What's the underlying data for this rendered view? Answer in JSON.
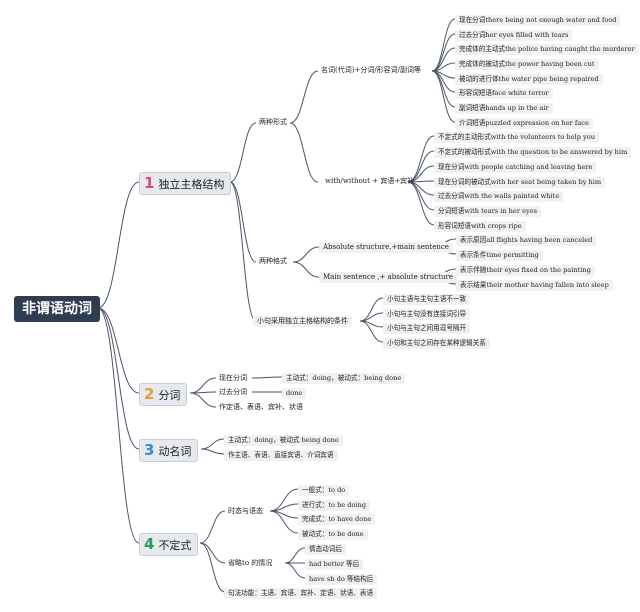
{
  "root": {
    "label": "非谓语动词"
  },
  "colors": {
    "root_bg": "#2f3d52",
    "line": "#4a5568",
    "n1": "#d94a7a",
    "n2": "#e0a030",
    "n3": "#3a8ad0",
    "n4": "#2a9a5a"
  },
  "b1": {
    "num": "1",
    "label": "独立主格结构",
    "two_forms": {
      "label": "两种形式",
      "noun": {
        "label": "名词(代词)+分词/形容词/副词等",
        "items": [
          "现在分词there being not enough water and food",
          "过去分词her eyes filled with tears",
          "完成体的主动式the police having caught the murderer",
          "完成体的被动式the power having been cut",
          "被动的进行体the water pipe being repaired",
          "形容词短语face white terror",
          "副词短语hands up in the air",
          "介词短语puzzled expression on her face"
        ]
      },
      "with": {
        "label": "with/without + 宾语+宾补",
        "items": [
          "不定式的主动形式with the volunteers to help you",
          "不定式的被动形式with the question to be answered by him",
          "现在分词with people catching and leaving here",
          "现在分词的被动式with her seat being taken by him",
          "过去分词with the walls painted white",
          "分词短语with tears in her eyes",
          "形容词短语with crops ripe"
        ]
      }
    },
    "two_formats": {
      "label": "两种格式",
      "abs": {
        "label": "Absolute structure,+main sentence",
        "items": [
          "表示原因all flights having been canceled",
          "表示条件time permitting"
        ]
      },
      "main": {
        "label": "Main sentence ,+ absolute structure",
        "items": [
          "表示伴随their eyes fixed on the painting",
          "表示结果their mother having fallen into sleep"
        ]
      }
    },
    "clause": {
      "label": "小句采用独立主格结构的条件",
      "items": [
        "小句主语与主句主语不一致",
        "小句与主句没有连接词引导",
        "小句与主句之间用逗号隔开",
        "小句和主句之间存在某种逻辑关系"
      ]
    }
  },
  "b2": {
    "num": "2",
    "label": "分词",
    "present": {
      "label": "现在分词",
      "detail": "主动式：doing，被动式：being done"
    },
    "past": {
      "label": "过去分词",
      "detail": "done"
    },
    "usage": "作定语、表语、宾补、状语"
  },
  "b3": {
    "num": "3",
    "label": "动名词",
    "items": [
      "主动式：doing，被动式 being done",
      "作主语、表语、直接宾语、介词宾语"
    ]
  },
  "b4": {
    "num": "4",
    "label": "不定式",
    "tense": {
      "label": "时态与语态",
      "items": [
        "一般式：to do",
        "进行式：to be doing",
        "完成式：to have done",
        "被动式：to be done"
      ]
    },
    "omit": {
      "label": "省略to 的情况",
      "items": [
        "情态动词后",
        "had better 等后",
        "have sb do 等结构后"
      ]
    },
    "syntax": "句法功能：主语、宾语、宾补、定语、状语、表语"
  }
}
